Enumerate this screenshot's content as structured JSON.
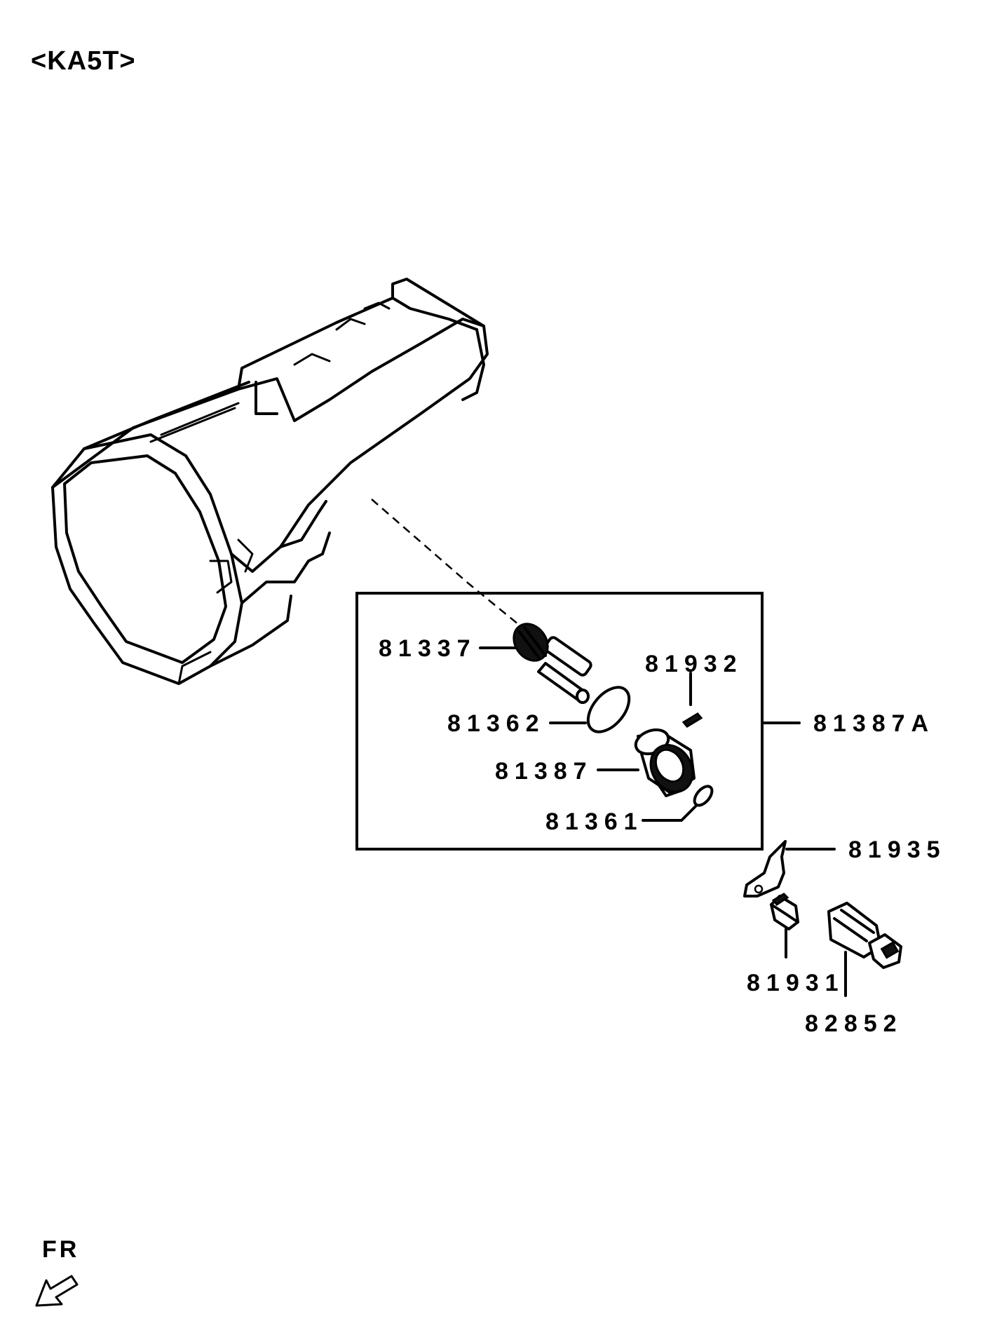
{
  "model_code": "<KA5T>",
  "direction_label": "FR",
  "parts": {
    "p81337": "81337",
    "p81932": "81932",
    "p81362": "81362",
    "p81387A": "81387A",
    "p81387": "81387",
    "p81361": "81361",
    "p81935": "81935",
    "p81931": "81931",
    "p82852": "82852"
  }
}
